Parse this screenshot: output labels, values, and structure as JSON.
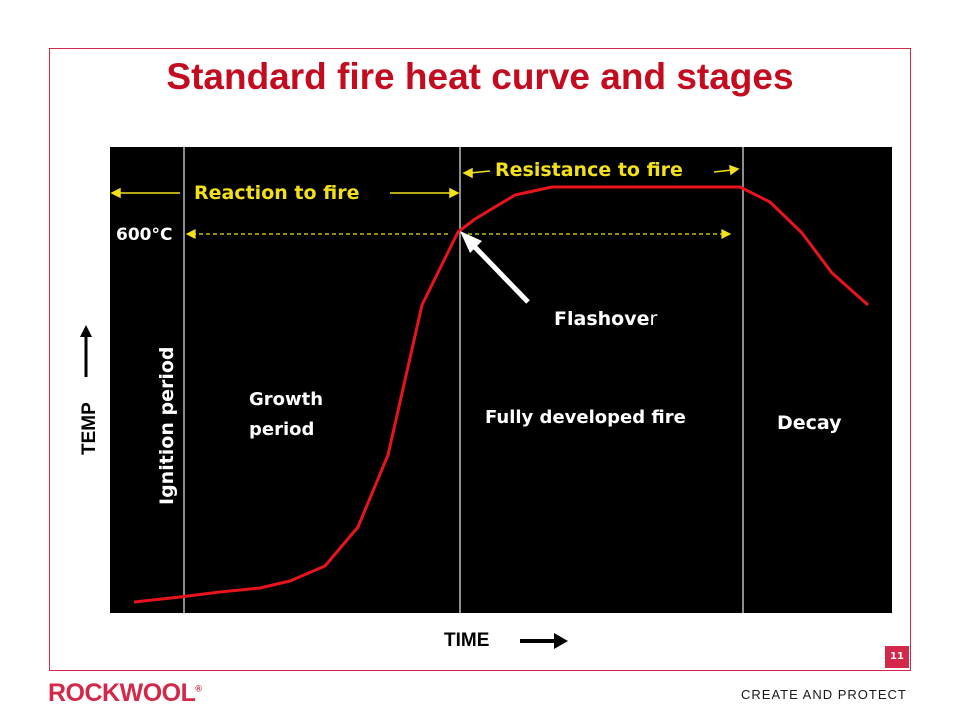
{
  "slide": {
    "title": "Standard fire heat curve and stages",
    "page_number": "11",
    "logo_text": "ROCKWOOL",
    "tagline": "CREATE AND PROTECT"
  },
  "diagram": {
    "reaction_label": "Reaction to fire",
    "resistance_label": "Resistance to fire",
    "temp_marker_label": "600°C",
    "flashover_label_main": "Flashove",
    "flashover_label_tail": "r",
    "ignition_label": "Ignition period",
    "growth_label_line1": "Growth",
    "growth_label_line2": "period",
    "fully_developed_label": "Fully developed fire",
    "decay_label": "Decay",
    "y_axis_label": "TEMP",
    "x_axis_label": "TIME"
  },
  "colors": {
    "accent_red": "#d4284a",
    "title_red": "#c40c21",
    "curve_red": "#e8141c",
    "label_yellow": "#f2e01b",
    "chart_background": "#000000"
  }
}
